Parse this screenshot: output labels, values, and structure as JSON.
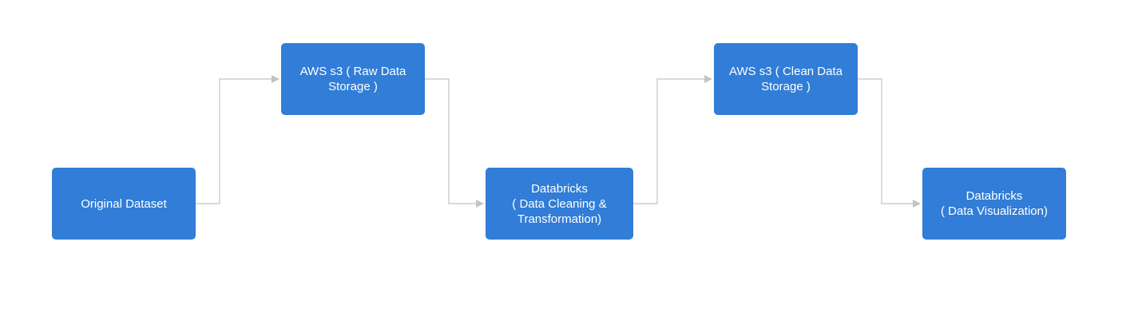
{
  "diagram": {
    "type": "flowchart",
    "node_color": "#317dd7",
    "edge_color": "#c3c3c3",
    "text_color": "#ffffff",
    "nodes": [
      {
        "id": "original_dataset",
        "label": "Original Dataset"
      },
      {
        "id": "raw_storage",
        "label": "AWS s3 ( Raw Data\nStorage )"
      },
      {
        "id": "data_cleaning",
        "label": "Databricks\n( Data Cleaning &\nTransformation)"
      },
      {
        "id": "clean_storage",
        "label": "AWS s3 ( Clean Data\nStorage )"
      },
      {
        "id": "data_visualization",
        "label": "Databricks\n( Data Visualization)"
      }
    ],
    "edges": [
      {
        "from": "original_dataset",
        "to": "raw_storage"
      },
      {
        "from": "raw_storage",
        "to": "data_cleaning"
      },
      {
        "from": "data_cleaning",
        "to": "clean_storage"
      },
      {
        "from": "clean_storage",
        "to": "data_visualization"
      }
    ]
  }
}
